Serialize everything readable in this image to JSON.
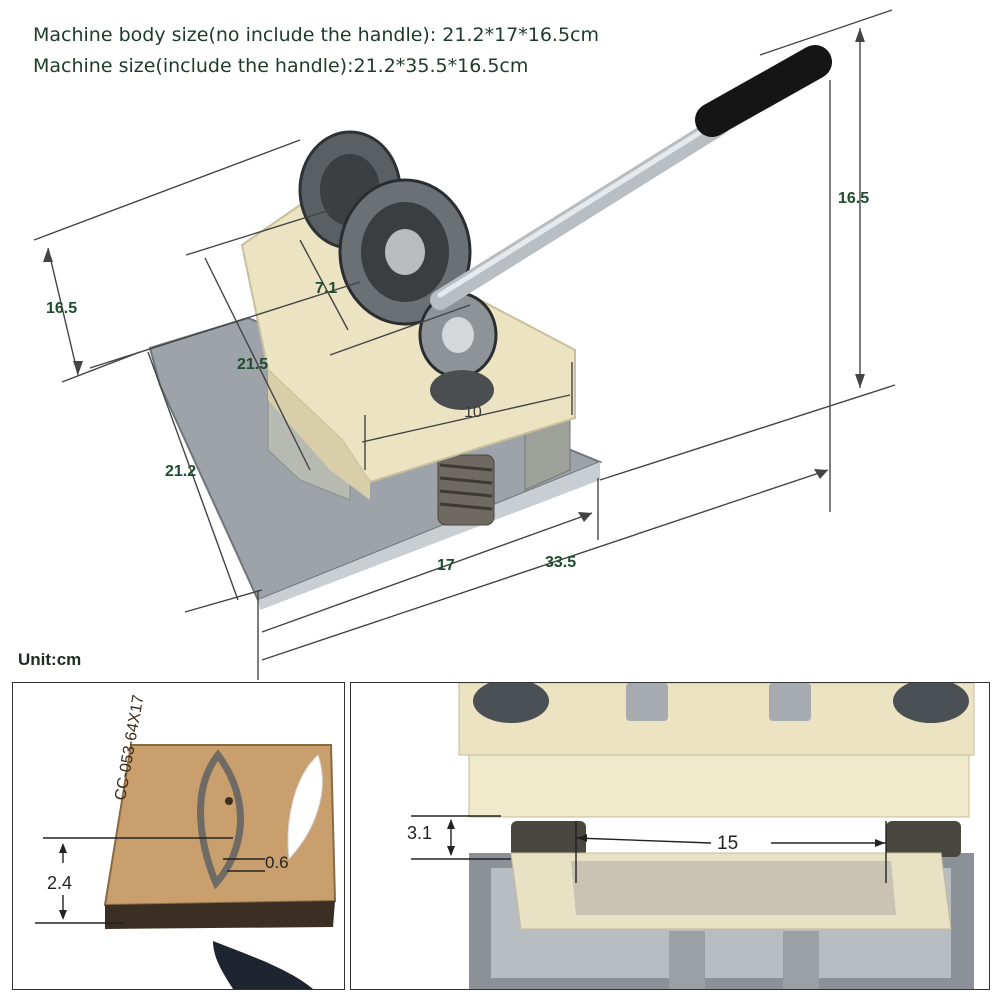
{
  "header": {
    "body_size": "Machine body size(no include the handle): 21.2*17*16.5cm",
    "full_size": "Machine size(include the handle):21.2*35.5*16.5cm"
  },
  "unit_label": "Unit:cm",
  "machine_dimensions": {
    "height_left": "16.5",
    "roller_width": "7.1",
    "body_depth": "21.5",
    "base_depth": "21.2",
    "top_width": "10",
    "base_width": "17",
    "total_width": "33.5",
    "total_height": "16.5"
  },
  "die_panel": {
    "die_code": "CC-053-64X17",
    "thickness": "2.4",
    "blade_gap": "0.6"
  },
  "press_panel": {
    "gap_height": "3.1",
    "plate_width": "15"
  }
}
